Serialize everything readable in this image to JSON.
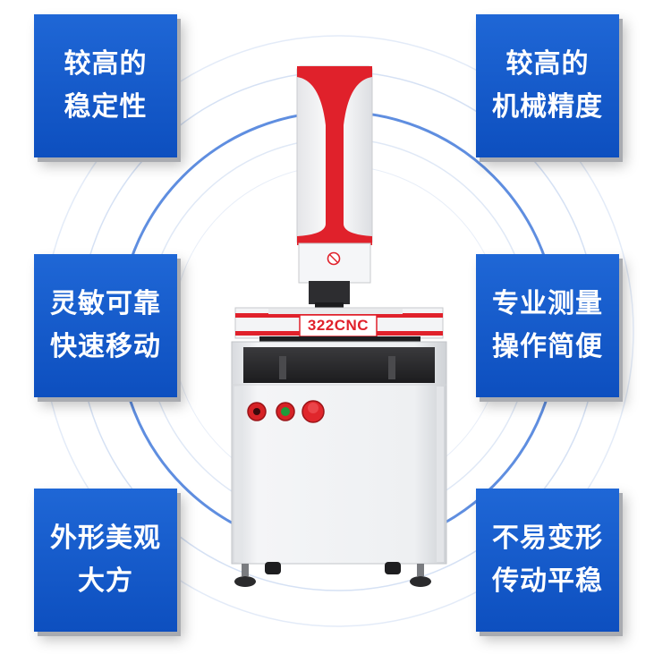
{
  "features": {
    "top_left": [
      "较高的",
      "稳定性"
    ],
    "top_right": [
      "较高的",
      "机械精度"
    ],
    "mid_left": [
      "灵敏可靠",
      "快速移动"
    ],
    "mid_right": [
      "专业测量",
      "操作简便"
    ],
    "bottom_left": [
      "外形美观",
      "大方"
    ],
    "bottom_right": [
      "不易变形",
      "传动平稳"
    ]
  },
  "machine": {
    "model_label": "322CNC"
  },
  "colors": {
    "badge_blue": "#1560d0",
    "accent_red": "#e0212b",
    "ring_blue": "#c9d8f2",
    "cabinet_white": "#f1f2f4",
    "granite": "#2a2a2c"
  },
  "icons": [
    "no-hand-warning-icon",
    "emergency-stop-button",
    "power-switch",
    "start-button"
  ]
}
